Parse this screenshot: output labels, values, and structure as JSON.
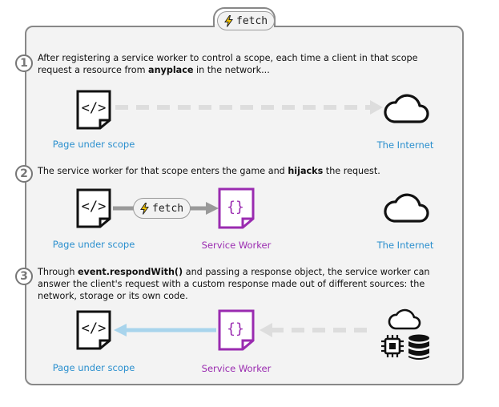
{
  "header": {
    "pill_label": "fetch",
    "icon": "lightning-icon"
  },
  "steps": [
    {
      "number": "1",
      "text_a": "After registering a service worker to control a scope, each time a client in that scope request a resource from ",
      "text_bold": "anyplace",
      "text_b": " in the network...",
      "page_label": "Page under scope",
      "internet_label": "The Internet"
    },
    {
      "number": "2",
      "text_a": "The service worker for that scope enters the game and ",
      "text_bold": "hijacks",
      "text_b": " the request.",
      "page_label": "Page under scope",
      "fetch_label": "fetch",
      "sw_label": "Service Worker",
      "internet_label": "The Internet"
    },
    {
      "number": "3",
      "text_a": "Through ",
      "text_bold": "event.respondWith()",
      "text_b": " and passing a response object, the service worker can answer the client's request with a custom response made out of different sources: the network, storage or its own code.",
      "page_label": "Page under scope",
      "sw_label": "Service Worker"
    }
  ],
  "colors": {
    "page_caption": "#2a8fce",
    "service_worker": "#9a2bb0",
    "response_arrow": "#a8d4ec",
    "request_arrow_dashed": "#dddddd",
    "hijack_arrow": "#999999"
  }
}
